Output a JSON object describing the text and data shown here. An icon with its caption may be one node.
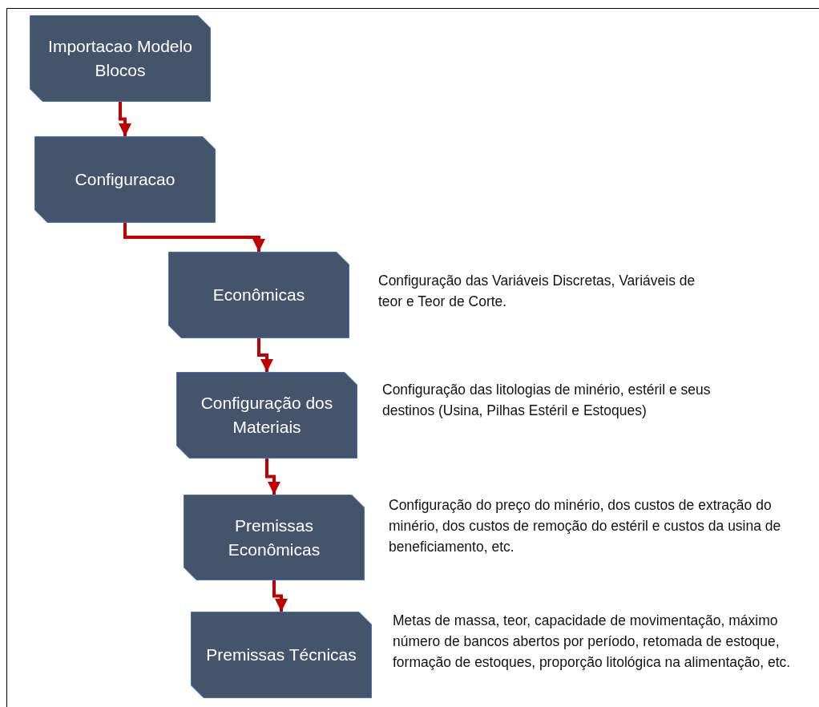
{
  "diagram": {
    "nodes": [
      {
        "text": [
          "Importacao Modelo Blocos"
        ]
      },
      {
        "text": [
          "Configuracao"
        ]
      },
      {
        "text": [
          "Econômicas"
        ],
        "beside": [
          "Configuração das Variáveis Discretas, Variáveis de teor e Teor de Corte."
        ]
      },
      {
        "text": [
          "Configuração dos Materiais"
        ],
        "beside": [
          "Configuração das litologias de minério, estéril e seus destinos (Usina, Pilhas Estéril e Estoques)"
        ]
      },
      {
        "text": [
          "Premissas Econômicas"
        ],
        "beside": [
          "Configuração do preço do minério, dos custos de extração do minério, dos custos de remoção do estéril e custos da usina de beneficiamento, etc."
        ]
      },
      {
        "text": [
          "Premissas Técnicas"
        ],
        "beside": [
          "Metas de massa, teor, capacidade de movimentação, máximo número de bancos abertos por período, retomada de estoque, formação de estoques, proporção litológica na alimentação, etc."
        ]
      }
    ],
    "edges": [
      {
        "from": 0,
        "to": 1,
        "arrow": "to"
      },
      {
        "from": 1,
        "to": 2,
        "arrow": "to"
      },
      {
        "from": 2,
        "to": 3,
        "arrow": "to"
      },
      {
        "from": 3,
        "to": 4,
        "arrow": "to"
      },
      {
        "from": 4,
        "to": 5,
        "arrow": "to"
      }
    ]
  }
}
